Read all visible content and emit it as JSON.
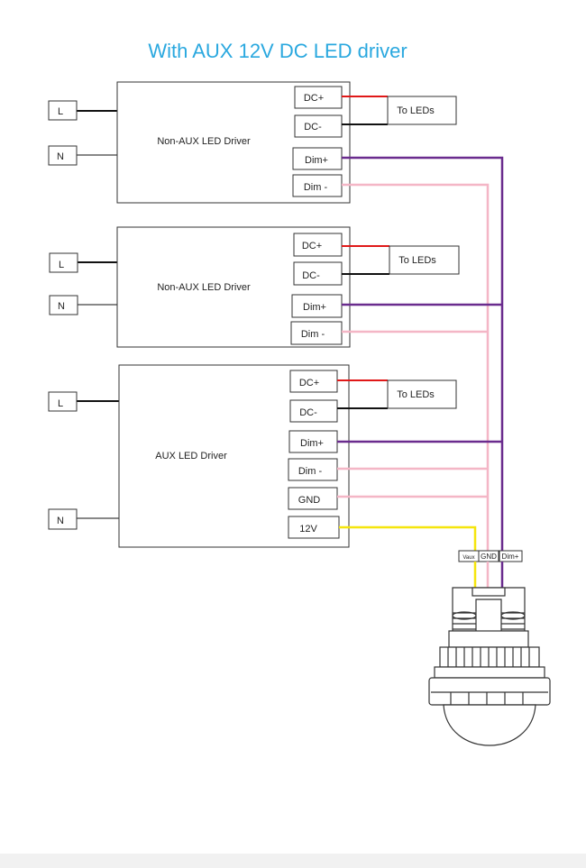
{
  "title": "With AUX 12V DC  LED driver",
  "drivers": [
    {
      "name": "Non-AUX  LED Driver",
      "line_label": "L",
      "neutral_label": "N",
      "outputs": [
        "DC+",
        "DC-",
        "Dim+",
        "Dim -"
      ],
      "load_label": "To LEDs"
    },
    {
      "name": "Non-AUX  LED Driver",
      "line_label": "L",
      "neutral_label": "N",
      "outputs": [
        "DC+",
        "DC-",
        "Dim+",
        "Dim -"
      ],
      "load_label": "To LEDs"
    },
    {
      "name": "AUX  LED Driver",
      "line_label": "L",
      "neutral_label": "N",
      "outputs": [
        "DC+",
        "DC-",
        "Dim+",
        "Dim -",
        "GND",
        "12V"
      ],
      "load_label": "To LEDs"
    }
  ],
  "sensor": {
    "terminals": [
      "Vaux",
      "GND",
      "Dim+"
    ]
  },
  "wire_colors": {
    "dc_plus": "#e01818",
    "dc_minus": "#111111",
    "dim_plus": "#6a2c8e",
    "dim_minus": "#f4b6c6",
    "gnd": "#f4b6c6",
    "aux_12v": "#f5e50c",
    "line": "#111111",
    "neutral": "#888888"
  }
}
